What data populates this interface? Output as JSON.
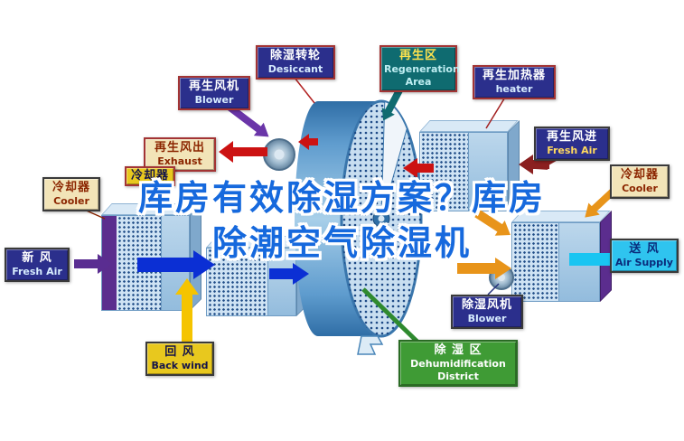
{
  "title": {
    "line1": "库房有效除湿方案？库房",
    "line2": "除潮空气除湿机"
  },
  "labels": {
    "regen_blower": {
      "zh": "再生风机",
      "en": "Blower"
    },
    "desiccant": {
      "zh": "除湿转轮",
      "en": "Desiccant"
    },
    "regen_area": {
      "zh": "再生区",
      "en": "Regeneration Area"
    },
    "heater": {
      "zh": "再生加热器",
      "en": "heater"
    },
    "exhaust": {
      "zh": "再生风出",
      "en": "Exhaust"
    },
    "regen_fresh": {
      "zh": "再生风进",
      "en": "Fresh Air"
    },
    "cooler_left": {
      "zh": "冷却器",
      "en": "Cooler"
    },
    "cooler_mid": {
      "zh": "冷却器",
      "en": ""
    },
    "cooler_right": {
      "zh": "冷却器",
      "en": "Cooler"
    },
    "fresh_air": {
      "zh": "新  风",
      "en": "Fresh Air"
    },
    "air_supply": {
      "zh": "送  风",
      "en": "Air Supply"
    },
    "back_wind": {
      "zh": "回  风",
      "en": "Back wind"
    },
    "dehum_blower": {
      "zh": "除湿风机",
      "en": "Blower"
    },
    "dehum_area": {
      "zh": "除 湿 区",
      "en": "Dehumidification District"
    }
  },
  "colors": {
    "title-blue": "#1669dd",
    "arrow-blue": "#0b2fd4",
    "arrow-red": "#cc1212",
    "arrow-orange": "#e8941a",
    "arrow-yellow": "#f5c400",
    "arrow-purple": "#5a2d91",
    "arrow-cyan": "#19c5f2",
    "arrow-green": "#2f8a2f"
  }
}
